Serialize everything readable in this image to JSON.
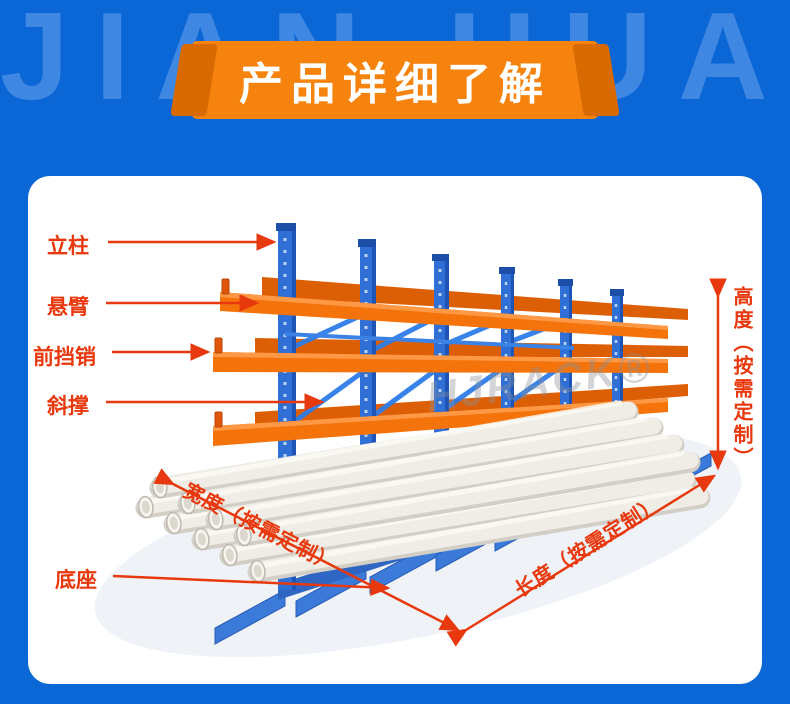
{
  "watermark": "JIAN HUA",
  "banner": {
    "title": "产品详细了解"
  },
  "labels": [
    {
      "id": "upright",
      "text": "立柱"
    },
    {
      "id": "cantilever-arm",
      "text": "悬臂"
    },
    {
      "id": "front-stop-pin",
      "text": "前挡销"
    },
    {
      "id": "diagonal-brace",
      "text": "斜撑"
    },
    {
      "id": "base",
      "text": "底座"
    }
  ],
  "dimensions": {
    "height": "高度（按需定制）",
    "width": "宽度（按需定制）",
    "length": "长度（按需定制）"
  },
  "photo_watermark": "HJRACK®",
  "colors": {
    "background_blue": "#0b66d6",
    "banner_orange": "#f6830e",
    "banner_fold_orange": "#d96a02",
    "annotation_red": "#e8380d",
    "rack_blue": "#2f6fd6",
    "rack_orange": "#f4730b",
    "pipe_white": "#f0ede6",
    "card_white": "#ffffff"
  }
}
